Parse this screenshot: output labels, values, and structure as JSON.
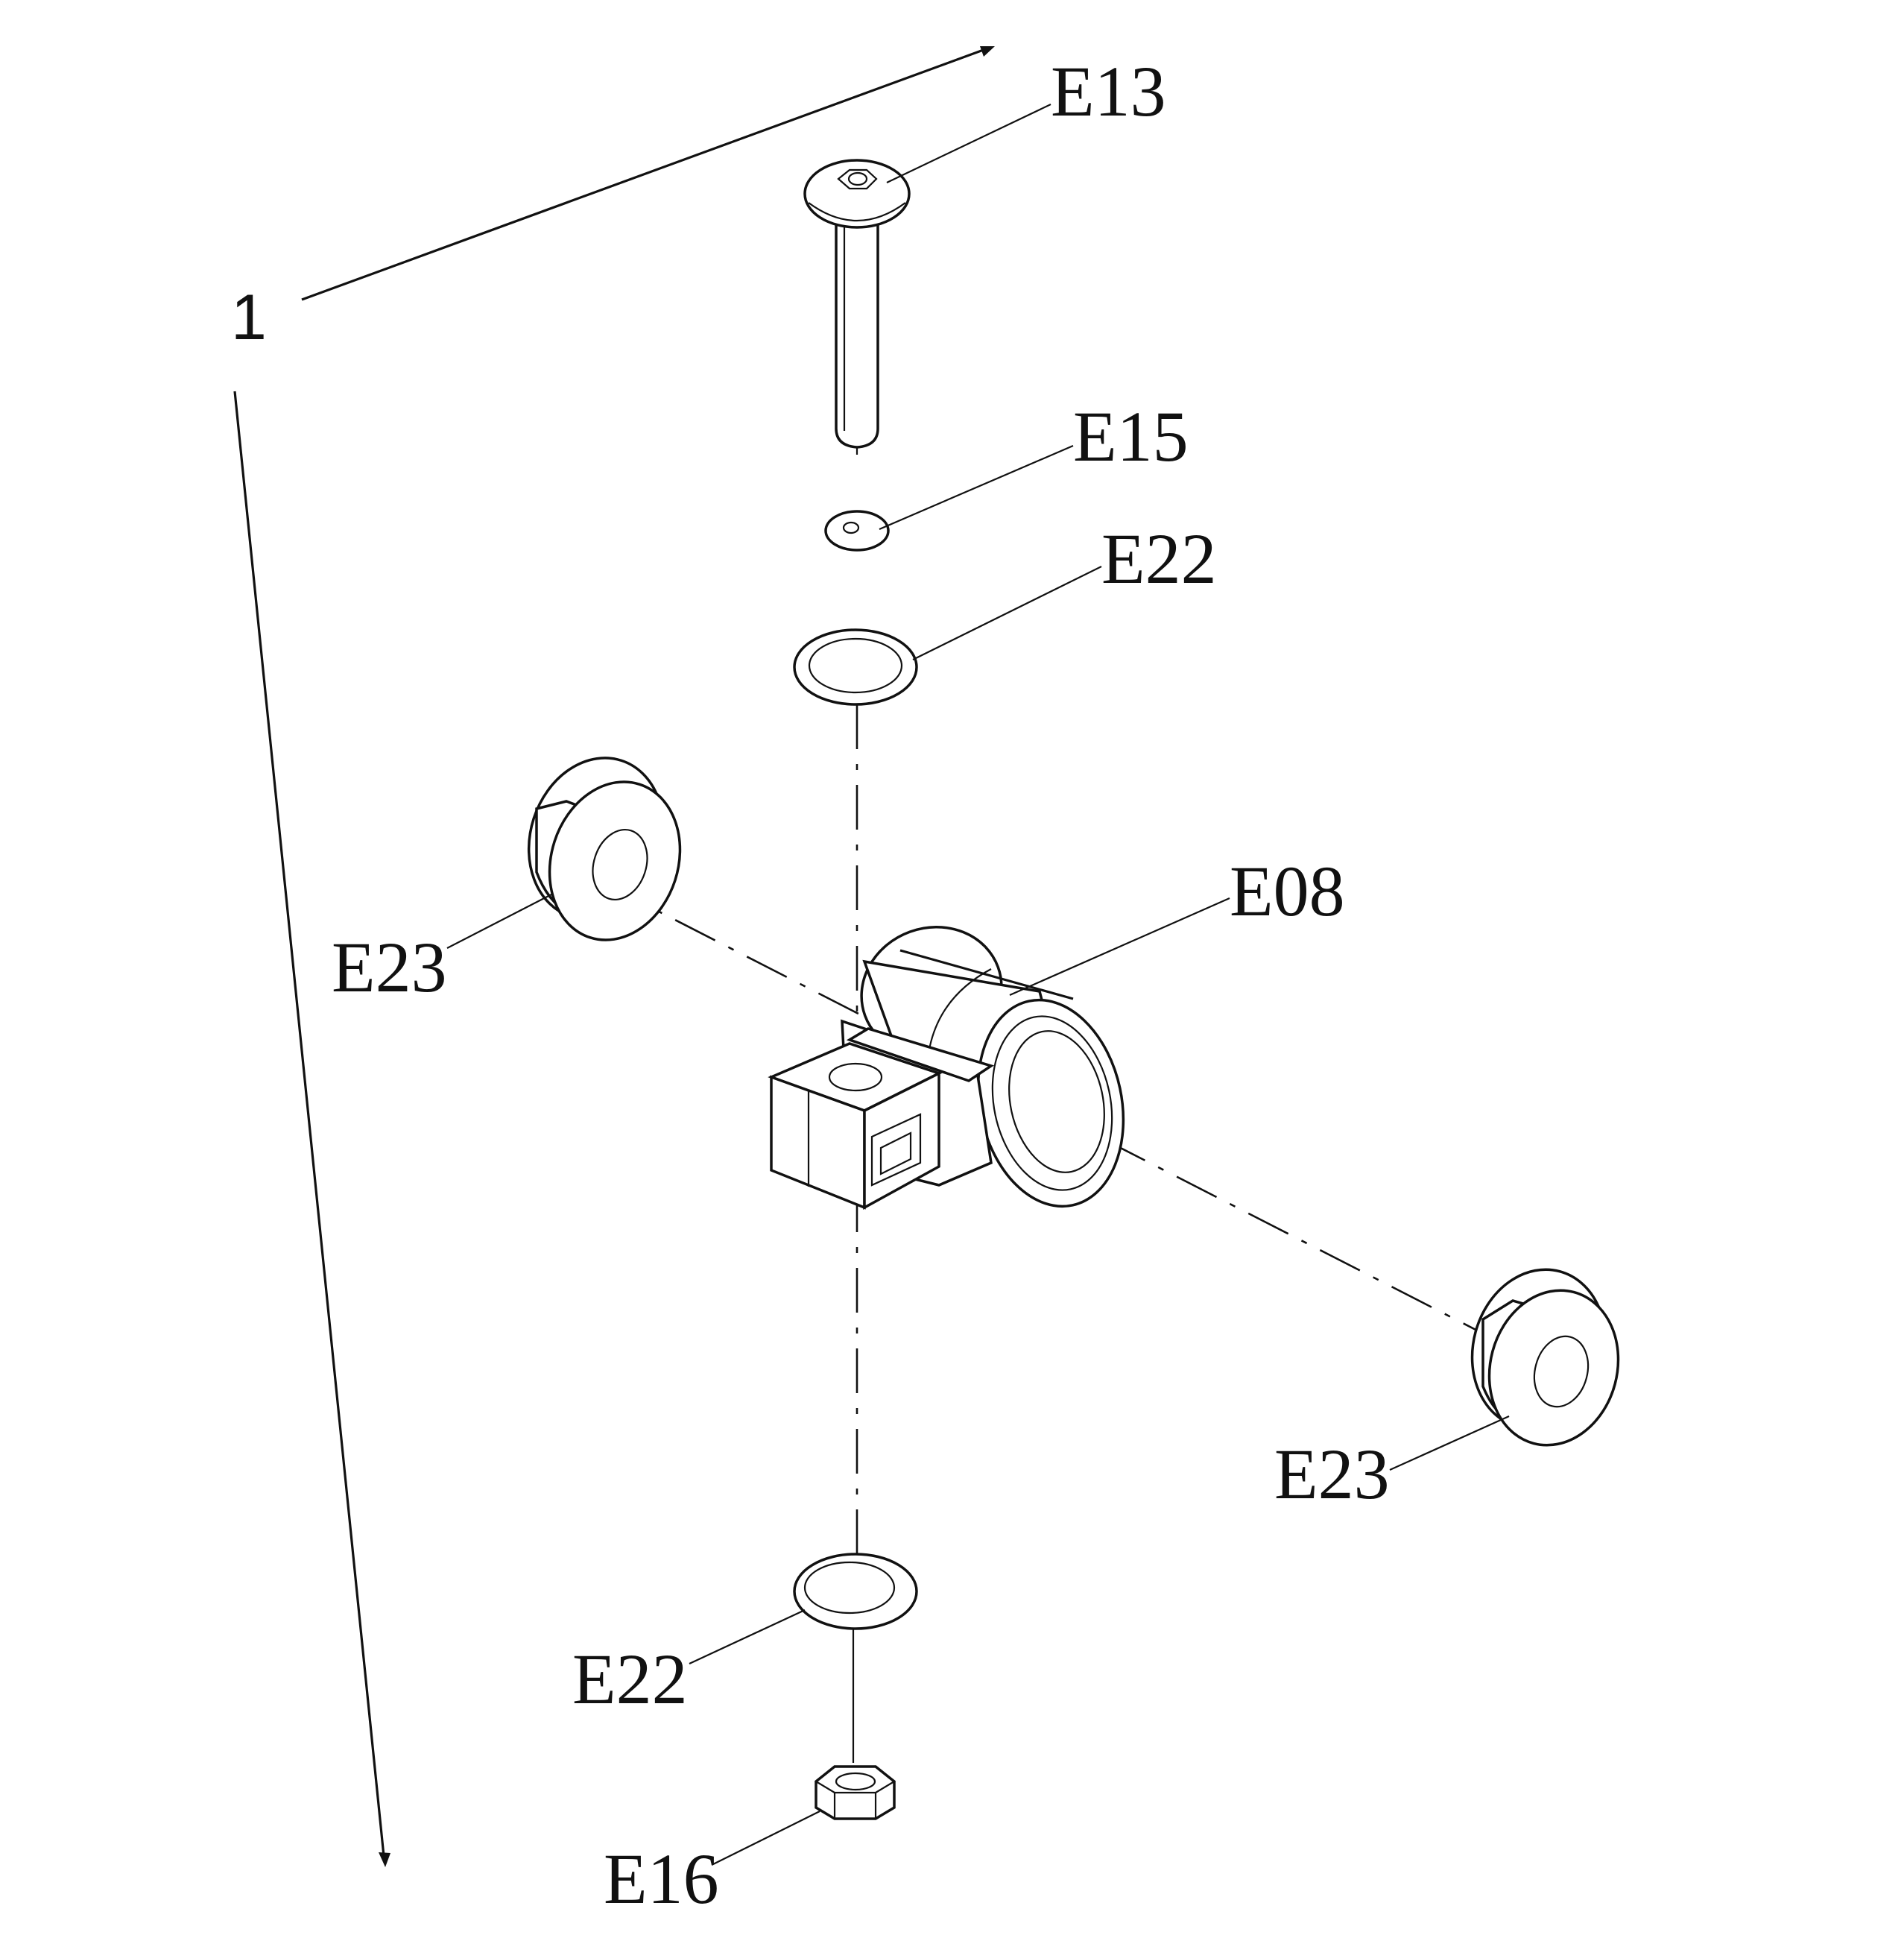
{
  "diagram": {
    "assembly_number": "1",
    "labels": {
      "e13": "E13",
      "e15": "E15",
      "e22_top": "E22",
      "e08": "E08",
      "e23_left": "E23",
      "e23_right": "E23",
      "e22_bottom": "E22",
      "e16": "E16"
    },
    "parts": [
      {
        "id": "E13",
        "icon": "button-head-hex-socket-bolt-icon"
      },
      {
        "id": "E15",
        "icon": "small-washer-icon"
      },
      {
        "id": "E22",
        "icon": "flat-washer-icon"
      },
      {
        "id": "E08",
        "icon": "pivot-bracket-housing-icon"
      },
      {
        "id": "E23",
        "icon": "thick-spacer-ring-icon"
      },
      {
        "id": "E16",
        "icon": "hex-nut-icon"
      }
    ],
    "color": "#111111"
  }
}
